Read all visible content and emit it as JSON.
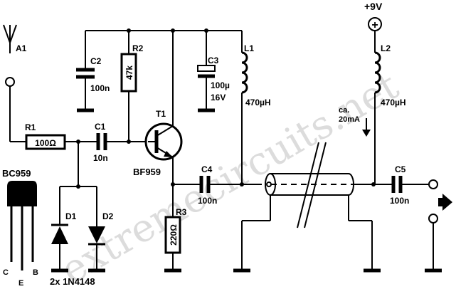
{
  "antenna": {
    "label": "A1"
  },
  "power": {
    "voltage": "+9V",
    "symbol": "+"
  },
  "current_note": {
    "line1": "ca.",
    "line2": "20mA"
  },
  "transistor_package": {
    "name": "BC959",
    "pin_c": "C",
    "pin_e": "E",
    "pin_b": "B"
  },
  "components": {
    "R1": {
      "ref": "R1",
      "value": "100Ω"
    },
    "R2": {
      "ref": "R2",
      "value": "47k"
    },
    "R3": {
      "ref": "R3",
      "value": "220Ω"
    },
    "C1": {
      "ref": "C1",
      "value": "10n"
    },
    "C2": {
      "ref": "C2",
      "value": "100n"
    },
    "C3": {
      "ref": "C3",
      "value1": "100µ",
      "value2": "16V"
    },
    "C4": {
      "ref": "C4",
      "value": "100n"
    },
    "C5": {
      "ref": "C5",
      "value": "100n"
    },
    "L1": {
      "ref": "L1",
      "value": "470µH"
    },
    "L2": {
      "ref": "L2",
      "value": "470µH"
    },
    "T1": {
      "ref": "T1",
      "type": "BF959"
    },
    "D1": {
      "ref": "D1"
    },
    "D2": {
      "ref": "D2"
    },
    "diodes_note": "2x 1N4148"
  },
  "watermark": "extremecircuits.net"
}
